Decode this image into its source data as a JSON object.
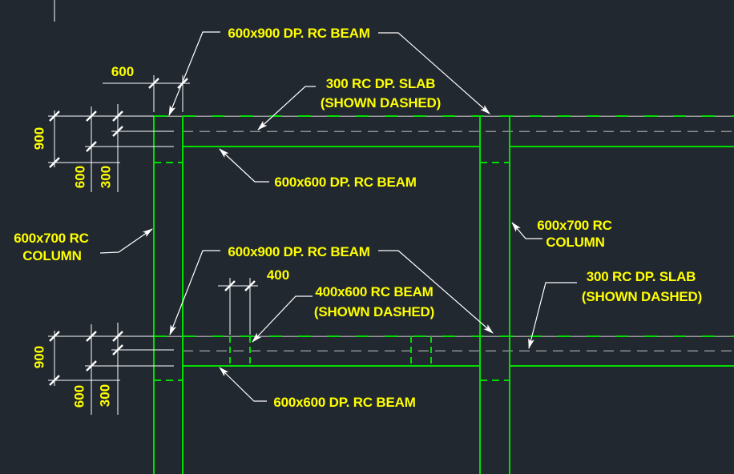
{
  "app": {
    "type": "cad-drawing-viewport"
  },
  "colors": {
    "background": "#212830",
    "beam_green": "#00dd00",
    "slab_gray": "#9a9a9a",
    "hidden_gray": "#8f8f8f",
    "dimension_white": "#ffffff",
    "text_yellow": "#ffff00"
  },
  "labels": {
    "beam_600x900_top": "600x900 DP. RC BEAM",
    "slab_top_line1": "300 RC DP. SLAB",
    "slab_top_line2": "(SHOWN DASHED)",
    "beam_600x600_top": "600x600 DP. RC BEAM",
    "column_left_line1": "600x700 RC",
    "column_left_line2": "COLUMN",
    "column_right_line1": "600x700 RC",
    "column_right_line2": "COLUMN",
    "beam_600x900_mid": "600x900 DP. RC BEAM",
    "beam_400x600_line1": "400x600 RC BEAM",
    "beam_400x600_line2": "(SHOWN DASHED)",
    "slab_right_line1": "300 RC DP. SLAB",
    "slab_right_line2": "(SHOWN DASHED)",
    "beam_600x600_bottom": "600x600 DP. RC BEAM"
  },
  "dimensions": {
    "column_width": "600",
    "beam_width": "400",
    "upper": {
      "overall": "900",
      "beam": "600",
      "slab": "300"
    },
    "lower": {
      "overall": "900",
      "beam": "600",
      "slab": "300"
    }
  }
}
